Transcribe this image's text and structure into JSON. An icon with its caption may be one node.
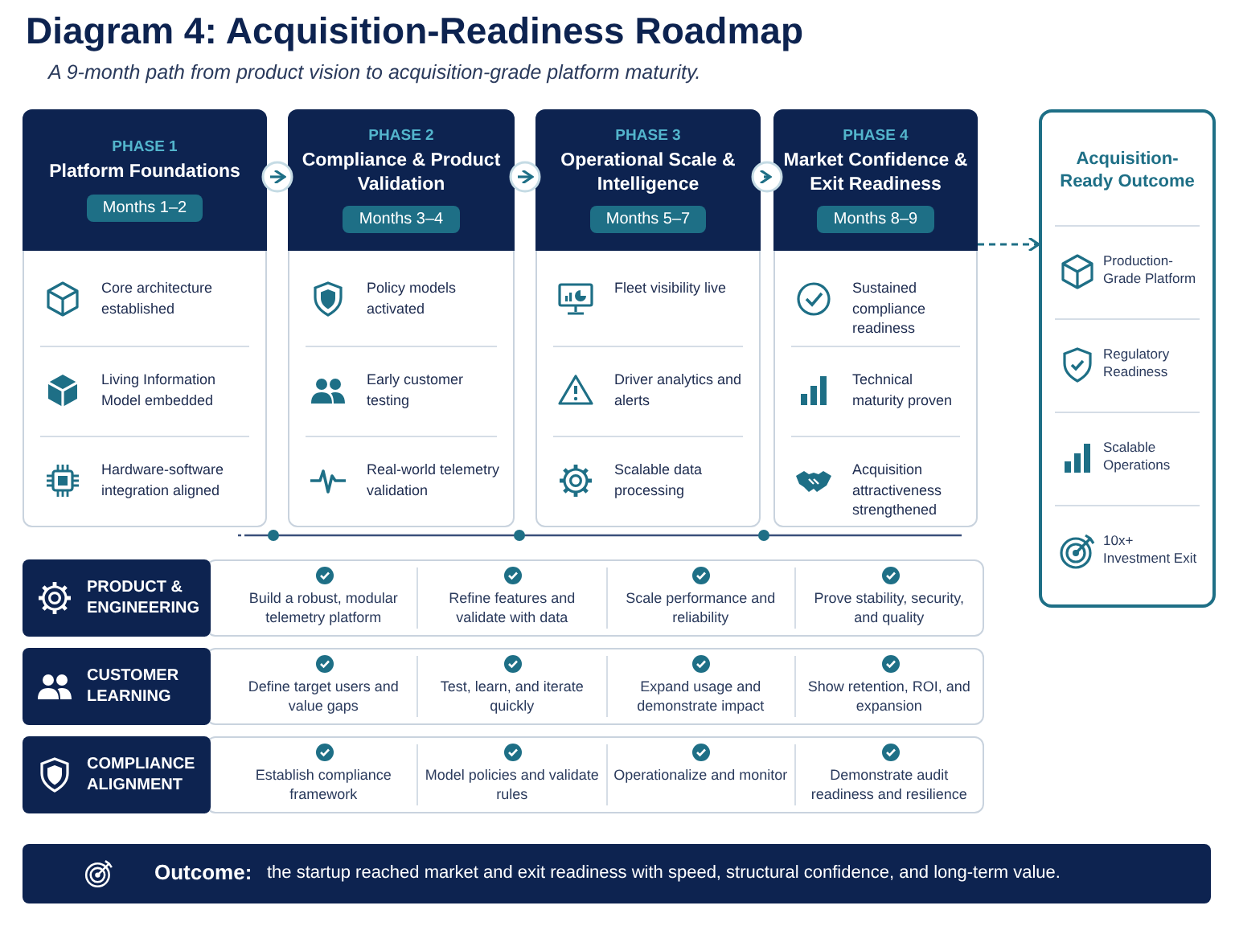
{
  "diagram": {
    "title": "Diagram 4: Acquisition-Readiness Roadmap",
    "nodes": [
      {
        "text": [
          "PHASE 1",
          "Platform Foundations",
          "Months 1–2"
        ]
      },
      {
        "text": [
          "Core architecture established"
        ],
        "in": 0
      },
      {
        "text": [
          "Living Information Model embedded"
        ],
        "in": 0
      },
      {
        "text": [
          "Hardware-software integration aligned"
        ],
        "in": 0
      },
      {
        "text": [
          "PHASE 2",
          "Compliance & Product Validation",
          "Months 3–4"
        ]
      },
      {
        "text": [
          "Policy models activated"
        ],
        "in": 4
      },
      {
        "text": [
          "Early customer testing"
        ],
        "in": 4
      },
      {
        "text": [
          "Real-world telemetry validation"
        ],
        "in": 4
      },
      {
        "text": [
          "PHASE 3",
          "Operational Scale & Intelligence",
          "Months 5–7"
        ]
      },
      {
        "text": [
          "Fleet visibility live"
        ],
        "in": 8
      },
      {
        "text": [
          "Driver analytics and alerts"
        ],
        "in": 8
      },
      {
        "text": [
          "Scalable data processing"
        ],
        "in": 8
      },
      {
        "text": [
          "PHASE 4",
          "Market Confidence & Exit Readiness",
          "Months 8–9"
        ]
      },
      {
        "text": [
          "Sustained compliance readiness"
        ],
        "in": 12
      },
      {
        "text": [
          "Technical maturity proven"
        ],
        "in": 12
      },
      {
        "text": [
          "Acquisition attractiveness strengthened"
        ],
        "in": 12
      },
      {
        "text": [
          "Acquisition-Ready Outcome"
        ]
      },
      {
        "text": [
          "Production-Grade Platform"
        ],
        "in": 16
      },
      {
        "text": [
          "Regulatory Readiness"
        ],
        "in": 16
      },
      {
        "text": [
          "Scalable Operations"
        ],
        "in": 16
      },
      {
        "text": [
          "10x+ Investment Exit"
        ],
        "in": 16
      },
      {
        "text": [
          "PRODUCT & ENGINEERING"
        ]
      },
      {
        "text": [
          "Build a robust, modular telemetry platform",
          "Refine features and validate with data",
          "Scale performance and reliability",
          "Prove stability, security, and quality"
        ]
      },
      {
        "text": [
          "CUSTOMER LEARNING"
        ]
      },
      {
        "text": [
          "Define target users and value gaps",
          "Test, learn, and iterate quickly",
          "Expand usage and demonstrate impact",
          "Show retention, ROI, and expansion"
        ]
      },
      {
        "text": [
          "COMPLIANCE ALIGNMENT"
        ]
      },
      {
        "text": [
          "Establish compliance framework",
          "Model policies and validate rules",
          "Operationalize and monitor",
          "Demonstrate audit readiness and resilience"
        ]
      },
      {
        "text": [
          "Outcome:",
          "the startup reached market and exit readiness with speed, structural confidence, and long-term value."
        ]
      }
    ],
    "edges": [
      {
        "from": 0,
        "to": 4,
        "arrow": "to"
      },
      {
        "from": 4,
        "to": 8,
        "arrow": "to"
      },
      {
        "from": 8,
        "to": 12,
        "arrow": "to"
      },
      {
        "from": 12,
        "to": 16,
        "arrow": "to",
        "style": "dashed"
      }
    ],
    "labels": [
      "A 9-month path from product vision to acquisition-grade platform maturity."
    ]
  }
}
